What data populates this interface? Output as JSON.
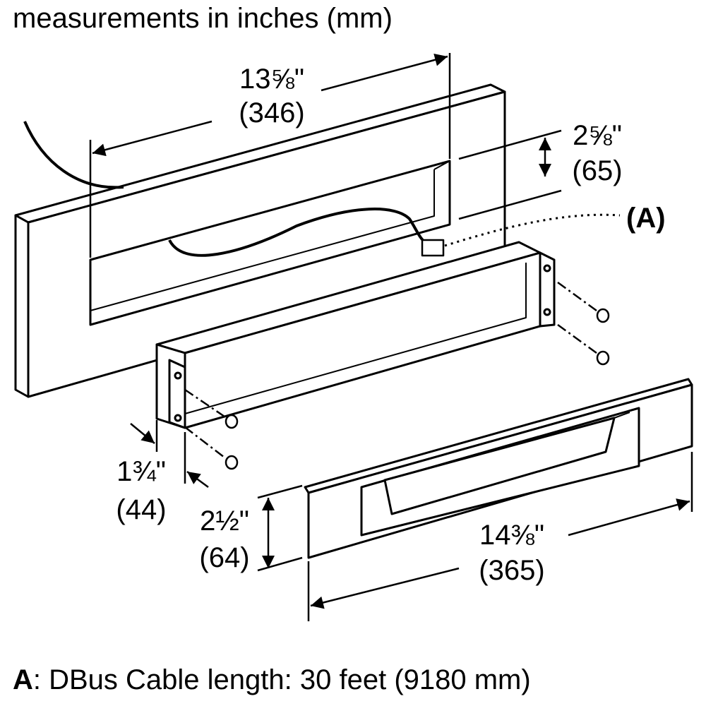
{
  "title": "measurements in inches (mm)",
  "dimensions": {
    "panel_width": {
      "inches": "13⅝\"",
      "mm": "(346)"
    },
    "opening_height": {
      "inches": "2⅝\"",
      "mm": "(65)"
    },
    "sleeve_depth": {
      "inches": "1¾\"",
      "mm": "(44)"
    },
    "trim_height": {
      "inches": "2½\"",
      "mm": "(64)"
    },
    "trim_width": {
      "inches": "14⅜\"",
      "mm": "(365)"
    }
  },
  "callout": {
    "label": "(A)"
  },
  "footnote": {
    "key": "A",
    "text": ": DBus Cable length: 30 feet (9180 mm)"
  }
}
